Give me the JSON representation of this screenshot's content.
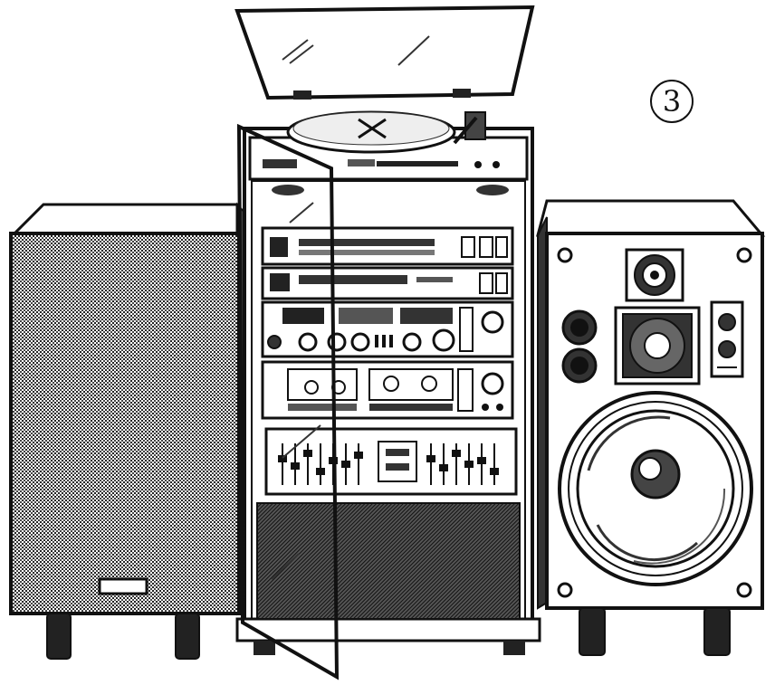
{
  "figure": {
    "number": "3"
  },
  "palette": {
    "ink": "#111111",
    "paper": "#ffffff",
    "shade": "#3a3a3a",
    "grille": "#555555"
  },
  "objects": {
    "left_speaker": "speaker-grille",
    "rack": "stereo-rack-cabinet",
    "turntable": "record-player",
    "right_speaker": "three-way-speaker"
  }
}
